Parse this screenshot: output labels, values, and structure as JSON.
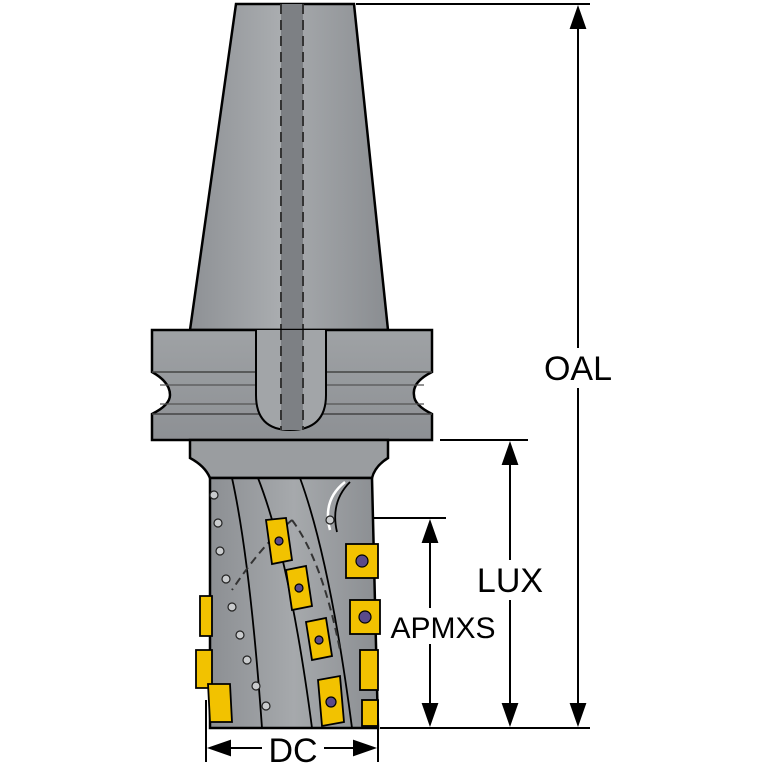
{
  "labels": {
    "oal": "OAL",
    "lux": "LUX",
    "apmxs": "APMXS",
    "dc": "DC"
  },
  "colors": {
    "body_gray": "#9c9fa3",
    "body_light": "#b4b7ba",
    "body_dark": "#7c7f83",
    "outline": "#000000",
    "insert_yellow": "#f2c200",
    "insert_dark": "#a88200",
    "dim_line": "#000000"
  }
}
